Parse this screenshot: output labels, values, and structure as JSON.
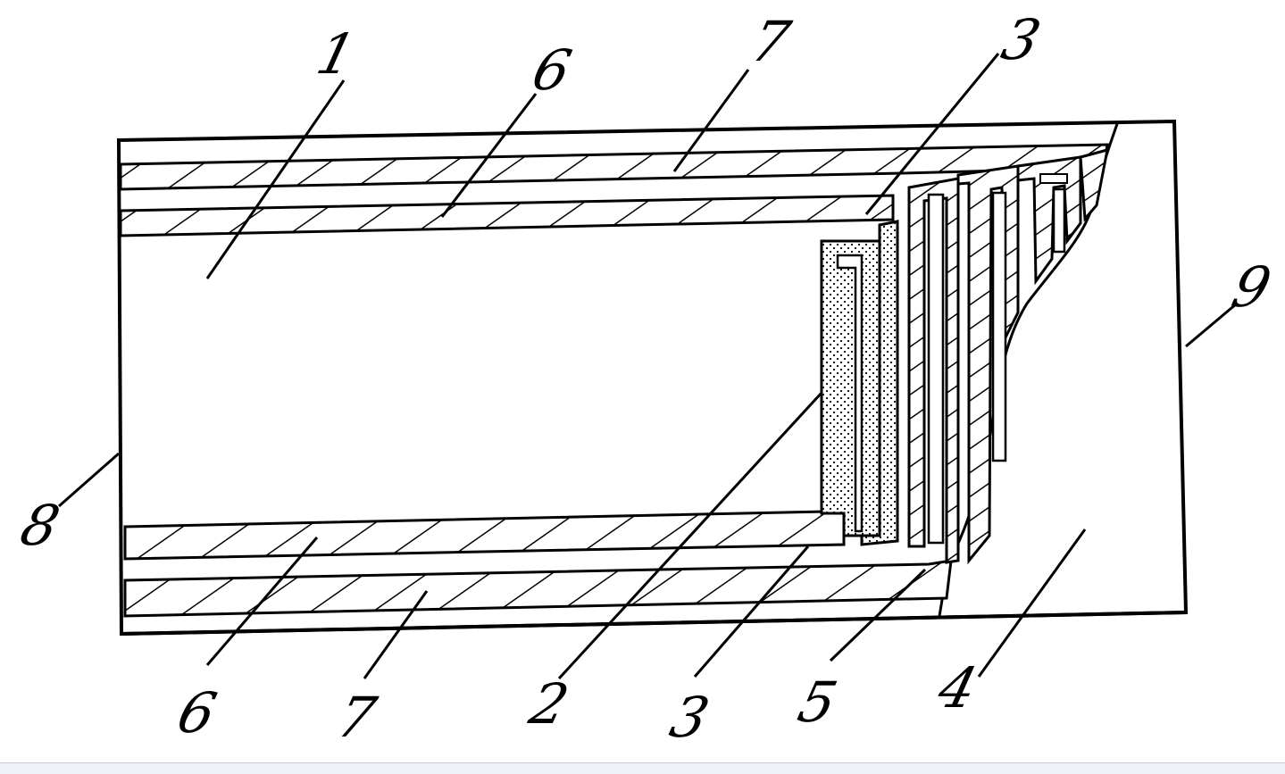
{
  "figure": {
    "labels": [
      {
        "id": "ref-1",
        "text": "1"
      },
      {
        "id": "ref-6-top",
        "text": "6"
      },
      {
        "id": "ref-7-top",
        "text": "7"
      },
      {
        "id": "ref-3-top",
        "text": "3"
      },
      {
        "id": "ref-9",
        "text": "9"
      },
      {
        "id": "ref-8",
        "text": "8"
      },
      {
        "id": "ref-6-bottom",
        "text": "6"
      },
      {
        "id": "ref-7-bottom",
        "text": "7"
      },
      {
        "id": "ref-2",
        "text": "2"
      },
      {
        "id": "ref-3-bottom",
        "text": "3"
      },
      {
        "id": "ref-5",
        "text": "5"
      },
      {
        "id": "ref-4",
        "text": "4"
      }
    ]
  }
}
